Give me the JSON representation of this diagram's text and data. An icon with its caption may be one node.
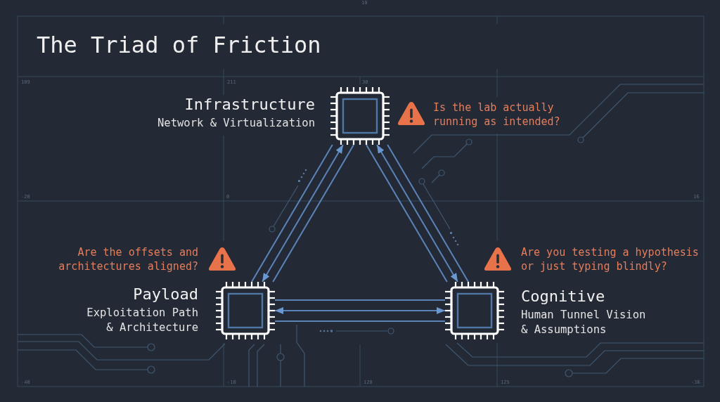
{
  "diagram": {
    "title": "The Triad of Friction",
    "nodes": [
      {
        "text": [
          "Infrastructure",
          "Network & Virtualization"
        ]
      },
      {
        "text": [
          "Payload",
          "Exploitation Path & Architecture"
        ],
        "beside": [
          "Are the offsets and architectures aligned?"
        ]
      },
      {
        "text": [
          "Cognitive",
          "Human Tunnel Vision & Assumptions"
        ],
        "beside": [
          "Are you testing a hypothesis or just typing blindly?"
        ]
      }
    ],
    "edges": [
      {
        "from": 0,
        "to": 1,
        "arrow": "none"
      },
      {
        "from": 0,
        "to": 1,
        "arrow": "both"
      },
      {
        "from": 0,
        "to": 1,
        "arrow": "none"
      },
      {
        "from": 0,
        "to": 2,
        "arrow": "none"
      },
      {
        "from": 0,
        "to": 2,
        "arrow": "both"
      },
      {
        "from": 0,
        "to": 2,
        "arrow": "none"
      },
      {
        "from": 1,
        "to": 2,
        "arrow": "none"
      },
      {
        "from": 1,
        "to": 2,
        "arrow": "both"
      },
      {
        "from": 1,
        "to": 2,
        "arrow": "none"
      }
    ],
    "labels": [
      "10",
      "109",
      "211",
      "30",
      "Is the lab actually running as intended?",
      "-20",
      "0",
      "16",
      "-40",
      "-10",
      "128",
      "125",
      "-36"
    ]
  }
}
